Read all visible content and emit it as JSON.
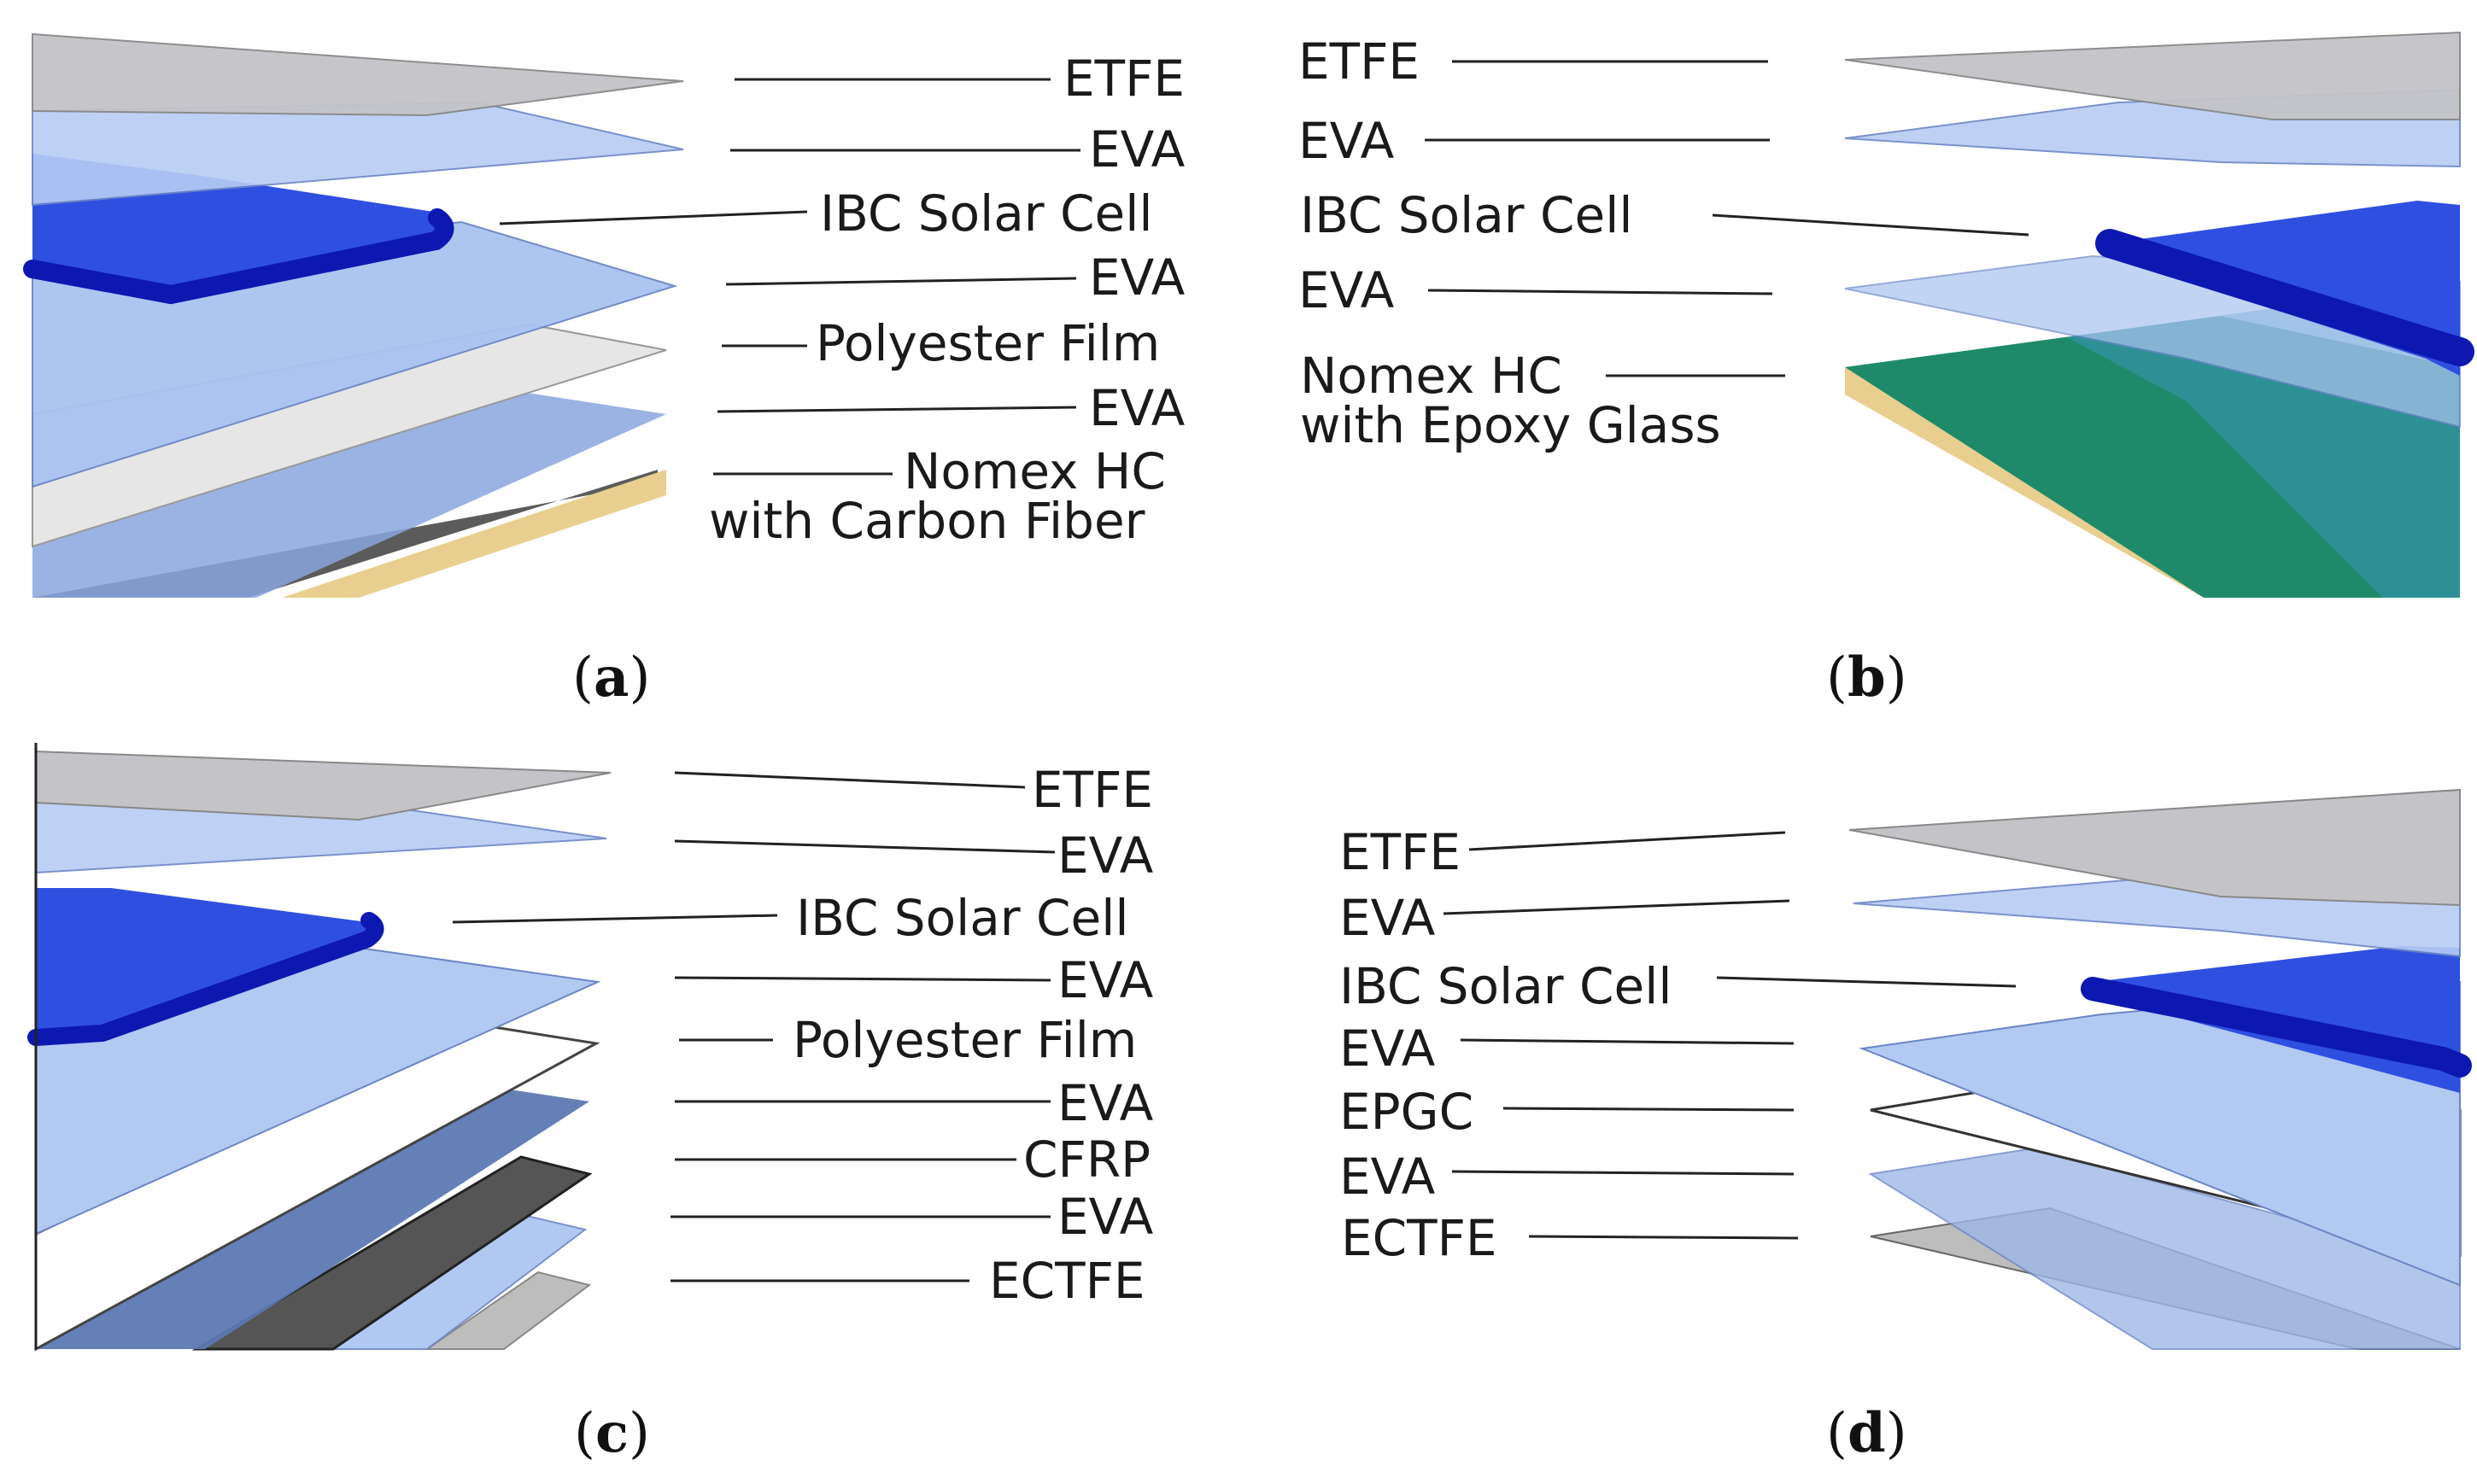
{
  "panels": {
    "a": {
      "caption": "a",
      "labels": [
        "ETFE",
        "EVA",
        "IBC Solar Cell",
        "EVA",
        "Polyester Film",
        "EVA",
        "Nomex HC",
        "with Carbon Fiber"
      ]
    },
    "b": {
      "caption": "b",
      "labels": [
        "ETFE",
        "EVA",
        "IBC Solar Cell",
        "EVA",
        "Nomex HC",
        "with Epoxy Glass"
      ]
    },
    "c": {
      "caption": "c",
      "labels": [
        "ETFE",
        "EVA",
        "IBC Solar Cell",
        "EVA",
        "Polyester Film",
        "EVA",
        "CFRP",
        "EVA",
        "ECTFE"
      ]
    },
    "d": {
      "caption": "d",
      "labels": [
        "ETFE",
        "EVA",
        "IBC Solar Cell",
        "EVA",
        "EPGC",
        "EVA",
        "ECTFE"
      ]
    }
  },
  "colors": {
    "etfe": "#c9c9cc",
    "eva": "#b7cdf5",
    "cell": "#2f4fe0",
    "cell_edge": "#1020b8",
    "polyester": "#ececec",
    "carbon": "#555555",
    "honeycomb": "#e8cf8f",
    "epoxy_glass": "#1f8a6a",
    "ectfe": "#bdbdbd"
  }
}
